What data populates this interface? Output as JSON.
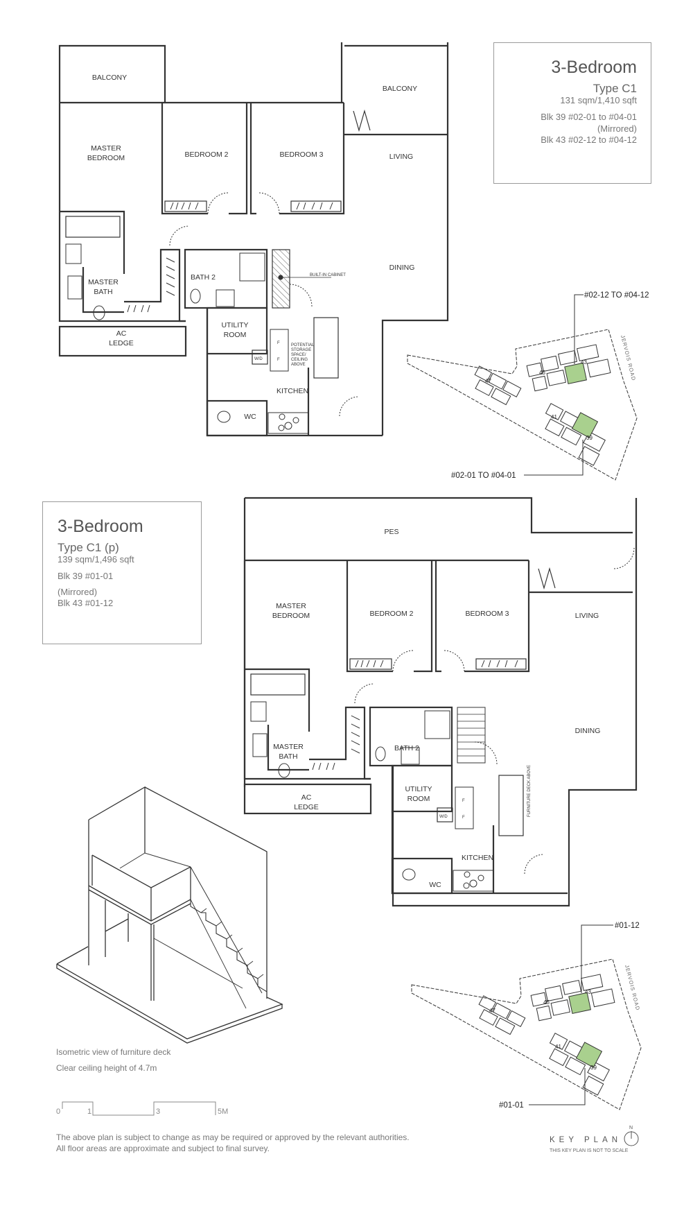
{
  "upper_unit": {
    "title": "3-Bedroom",
    "type": "Type C1",
    "area": "131 sqm/1,410 sqft",
    "units_line_1": "Blk 39 #02-01 to #04-01",
    "mirrored": "(Mirrored)",
    "units_line_2": "Blk 43 #02-12 to #04-12",
    "rooms": {
      "balcony_left": "BALCONY",
      "balcony_right": "BALCONY",
      "master_bedroom_1": "MASTER",
      "master_bedroom_2": "BEDROOM",
      "bedroom_2": "BEDROOM 2",
      "bedroom_3": "BEDROOM 3",
      "living": "LIVING",
      "dining": "DINING",
      "master_bath_1": "MASTER",
      "master_bath_2": "BATH",
      "bath_2": "BATH 2",
      "ac_ledge_1": "AC",
      "ac_ledge_2": "LEDGE",
      "utility_1": "UTILITY",
      "utility_2": "ROOM",
      "kitchen": "KITCHEN",
      "wc": "WC",
      "washer_dryer": "W/D",
      "fridge_1": "F",
      "fridge_2": "F",
      "built_in_cabinet": "BUILT-IN CABINET",
      "storage_1": "POTENTIAL",
      "storage_2": "STORAGE",
      "storage_3": "SPACE/",
      "storage_4": "CEILING",
      "storage_5": "ABOVE"
    },
    "key_plan": {
      "label_top": "#02-12  TO #04-12",
      "label_bottom": "#02-01 TO #04-01"
    }
  },
  "lower_unit": {
    "title": "3-Bedroom",
    "type": "Type C1 (p)",
    "area": "139 sqm/1,496 sqft",
    "units_line_1": "Blk 39 #01-01",
    "mirrored": "(Mirrored)",
    "units_line_2": "Blk 43 #01-12",
    "rooms": {
      "pes": "PES",
      "master_bedroom_1": "MASTER",
      "master_bedroom_2": "BEDROOM",
      "bedroom_2": "BEDROOM 2",
      "bedroom_3": "BEDROOM 3",
      "living": "LIVING",
      "dining": "DINING",
      "master_bath_1": "MASTER",
      "master_bath_2": "BATH",
      "bath_2": "BATH 2",
      "ac_ledge_1": "AC",
      "ac_ledge_2": "LEDGE",
      "utility_1": "UTILITY",
      "utility_2": "ROOM",
      "kitchen": "KITCHEN",
      "wc": "WC",
      "washer_dryer": "W/D",
      "fridge_1": "F",
      "fridge_2": "F",
      "furniture_deck": "FURNITURE DECK ABOVE"
    },
    "key_plan": {
      "label_top": "#01-12",
      "label_bottom": "#01-01"
    },
    "isometric_caption": "Isometric view of furniture deck",
    "ceiling_caption": "Clear ceiling height of 4.7m"
  },
  "key_plan_common": {
    "road": "JERVOIS ROAD",
    "blocks": [
      "47",
      "45",
      "43",
      "41",
      "39"
    ],
    "highlight_color": "#a9d08e"
  },
  "scale_bar": {
    "ticks": [
      "0",
      "1",
      "3",
      "5M"
    ]
  },
  "footer": {
    "disclaimer_1": "The above plan is subject to change as may be required or approved by the relevant authorities.",
    "disclaimer_2": "All floor areas are approximate and subject to final survey.",
    "key_plan_title": "KEY PLAN",
    "north": "N",
    "key_plan_note": "THIS KEY PLAN IS NOT TO SCALE"
  }
}
